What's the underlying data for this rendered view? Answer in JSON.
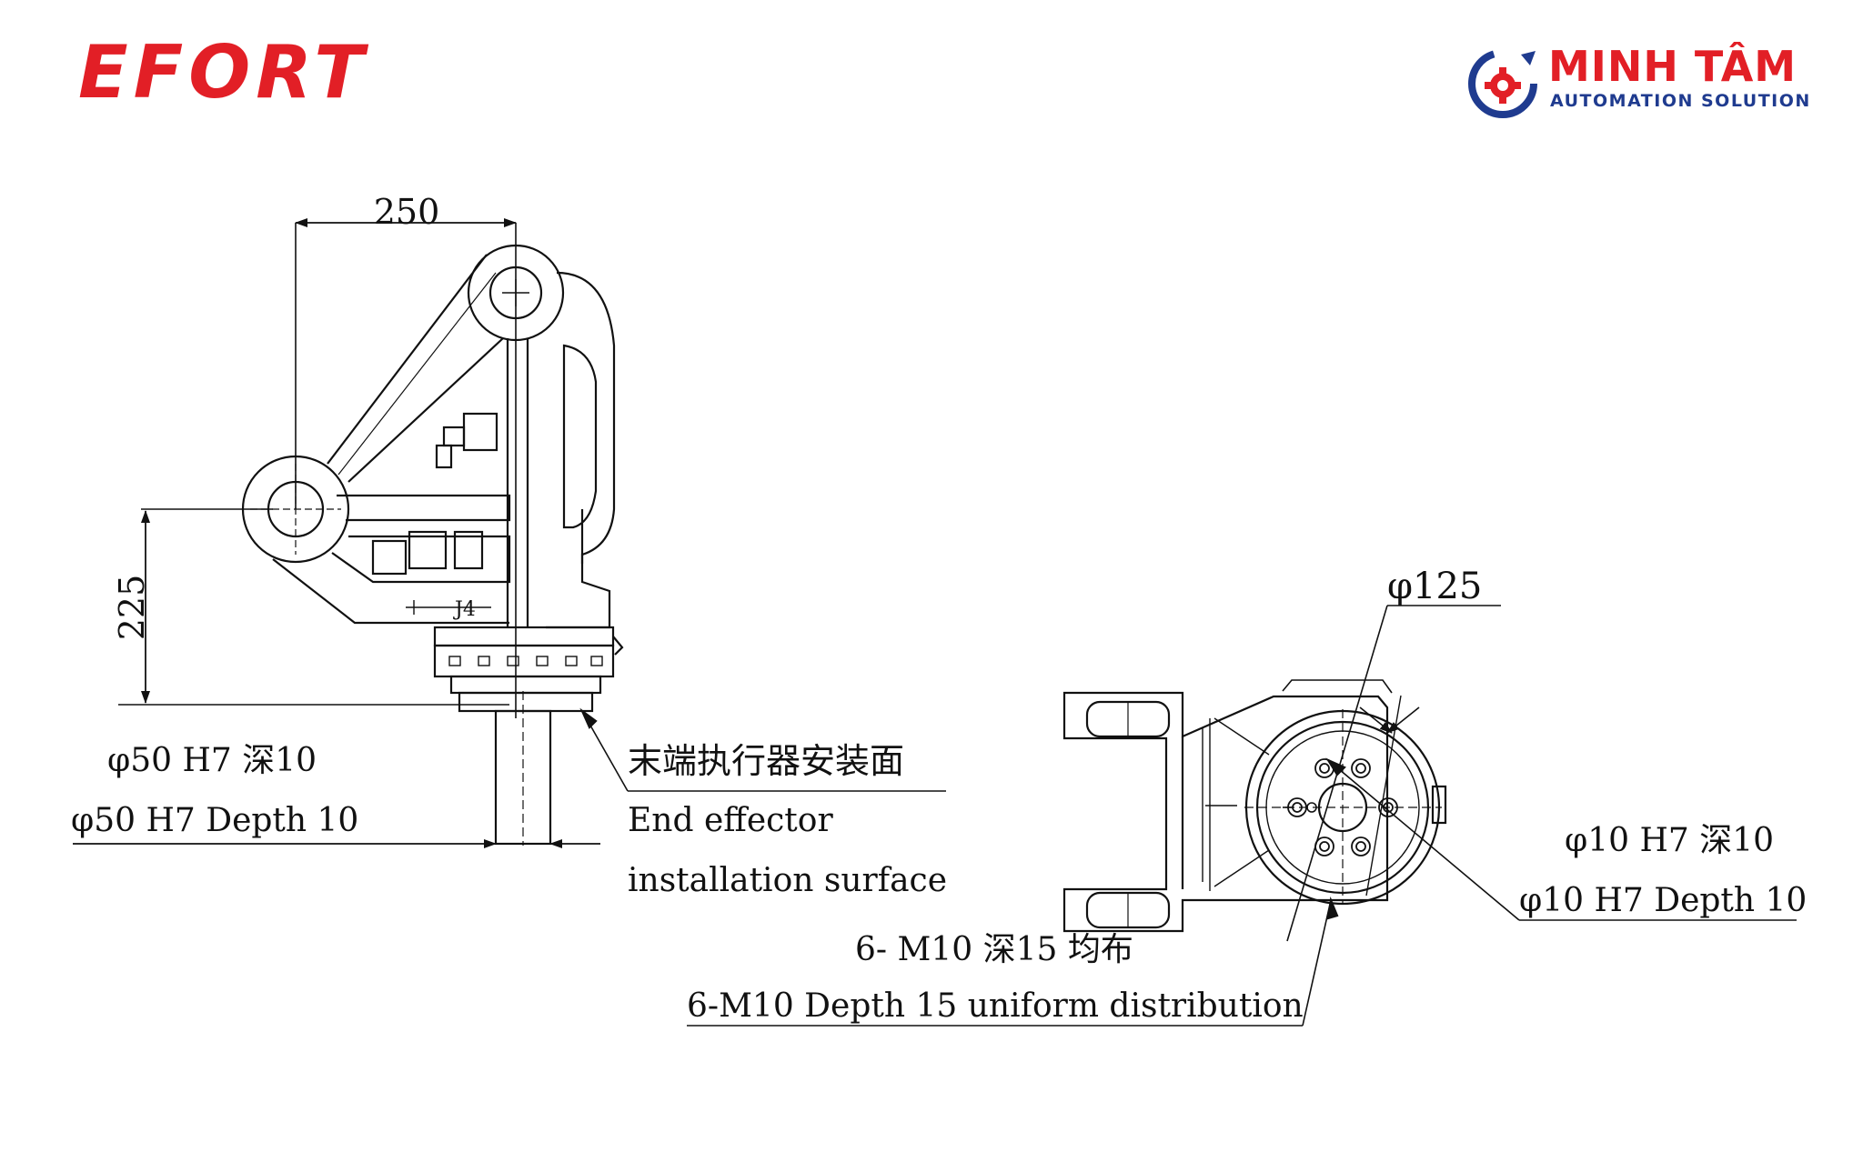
{
  "logos": {
    "left": "EFORT",
    "right_name": "MINH TÂM",
    "right_sub": "AUTOMATION SOLUTION"
  },
  "side_view": {
    "dim_width": "250",
    "dim_height": "225",
    "joint_label": "J4",
    "bore_cn": "φ50 H7 深10",
    "bore_en": "φ50 H7 Depth 10",
    "surface_cn": "末端执行器安装面",
    "surface_en_1": "End effector",
    "surface_en_2": "installation surface"
  },
  "front_view": {
    "dia": "φ125",
    "pin_cn": "φ10 H7 深10",
    "pin_en": "φ10 H7 Depth 10",
    "holes_cn": "6- M10 深15 均布",
    "holes_en": "6-M10 Depth 15 uniform distribution"
  },
  "colors": {
    "brand_red": "#e21f26",
    "brand_blue": "#1f3b8f",
    "line": "#111111"
  }
}
